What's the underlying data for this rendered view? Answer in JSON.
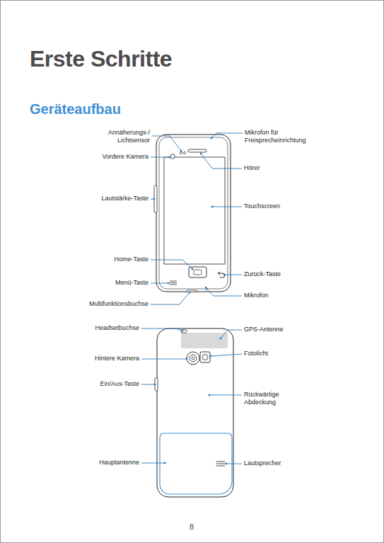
{
  "diagram": {
    "title": "Erste Schritte",
    "labels": [
      "Geräteaufbau",
      "Annäherungs-/ Lichtsensor",
      "Mikrofon für Freisprecheinrichtung",
      "Vordere Kamera",
      "Hörer",
      "Lautstärke-Taste",
      "Touchscreen",
      "Home-Taste",
      "Zurück-Taste",
      "Menü-Taste",
      "Mikrofon",
      "Multifunktionsbuchse",
      "Headsetbuchse",
      "GPS-Antenne",
      "Fotolicht",
      "Hintere Kamera",
      "Ein/Aus-Taste",
      "Rückwärtige Abdeckung",
      "Hauptantenne",
      "Lautsprecher",
      "8"
    ]
  }
}
